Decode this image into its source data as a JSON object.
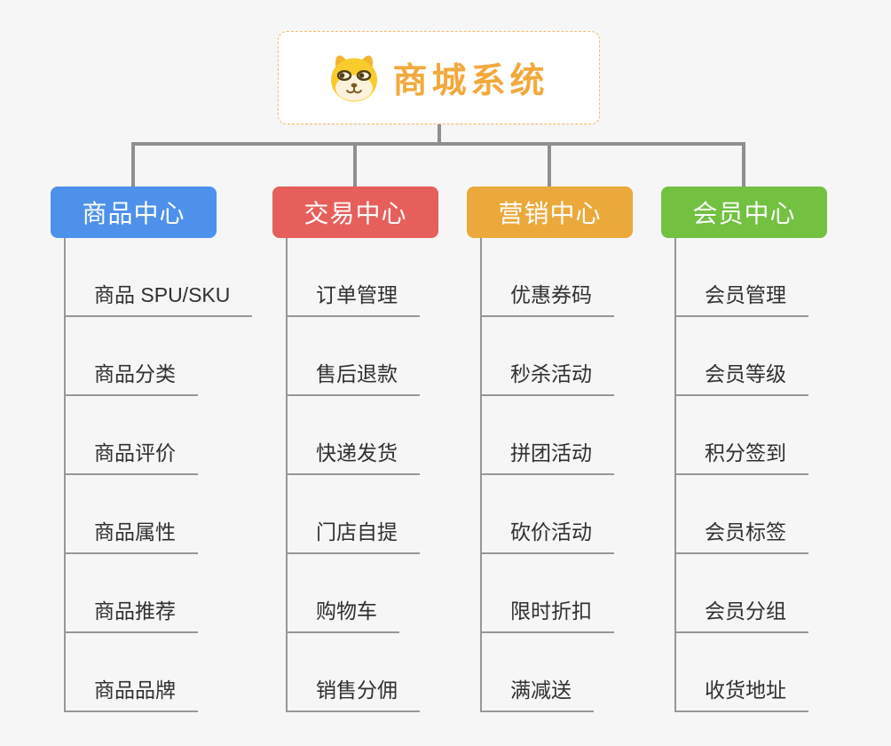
{
  "root": {
    "title": "商城系统",
    "icon": "dog-face-icon"
  },
  "branches": [
    {
      "id": "product-center",
      "label": "商品中心",
      "color": "#4D91EA",
      "items": [
        "商品 SPU/SKU",
        "商品分类",
        "商品评价",
        "商品属性",
        "商品推荐",
        "商品品牌"
      ]
    },
    {
      "id": "trade-center",
      "label": "交易中心",
      "color": "#E65F5B",
      "items": [
        "订单管理",
        "售后退款",
        "快递发货",
        "门店自提",
        "购物车",
        "销售分佣"
      ]
    },
    {
      "id": "marketing-center",
      "label": "营销中心",
      "color": "#EBA93B",
      "items": [
        "优惠券码",
        "秒杀活动",
        "拼团活动",
        "砍价活动",
        "限时折扣",
        "满减送"
      ]
    },
    {
      "id": "member-center",
      "label": "会员中心",
      "color": "#72C141",
      "items": [
        "会员管理",
        "会员等级",
        "积分签到",
        "会员标签",
        "会员分组",
        "收货地址"
      ]
    }
  ],
  "colors": {
    "background": "#F6F6F6",
    "root_background": "#FFFFFF",
    "root_border": "#F2BC63",
    "root_text": "#F2A93B",
    "connector_line": "#8F8F8F",
    "leaf_line": "#979797",
    "leaf_text": "#303030",
    "branch_text": "#FFFFFF"
  }
}
